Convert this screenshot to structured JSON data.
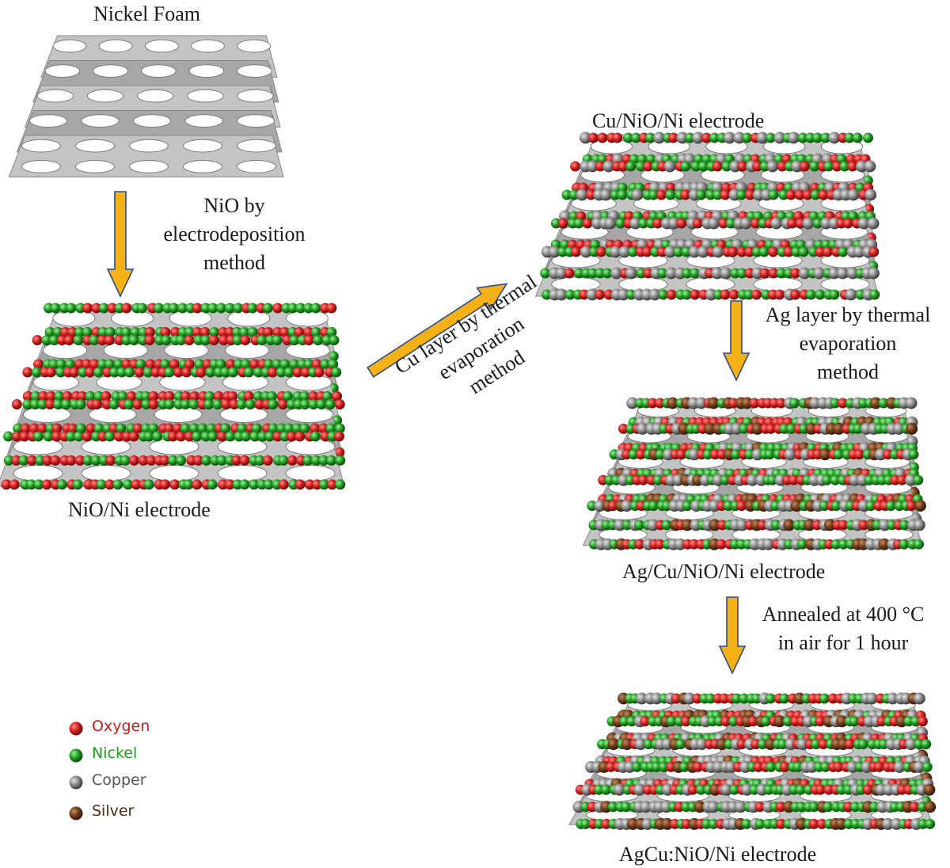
{
  "stages": {
    "foam": "Nickel Foam",
    "nio": "NiO/Ni electrode",
    "cu": "Cu/NiO/Ni electrode",
    "ag": "Ag/Cu/NiO/Ni electrode",
    "final": "AgCu:NiO/Ni electrode"
  },
  "steps": {
    "s1": [
      "NiO by",
      "electrodeposition",
      "method"
    ],
    "s2": [
      "Cu layer by thermal",
      "evaporation",
      "method"
    ],
    "s3": [
      "Ag layer by thermal",
      "evaporation",
      "method"
    ],
    "s4": [
      "Annealed at 400 °C",
      "in air for 1 hour"
    ]
  },
  "legend": [
    {
      "label": "Oxygen",
      "color": "#c41e1e"
    },
    {
      "label": "Nickel",
      "color": "#1e9a1e"
    },
    {
      "label": "Copper",
      "color": "#7a7a7a"
    },
    {
      "label": "Silver",
      "color": "#6b3a1f"
    }
  ],
  "colors": {
    "arrow_fill": "#f5b216",
    "arrow_stroke": "#2f4a8a",
    "foam": "#b9b9b9"
  }
}
